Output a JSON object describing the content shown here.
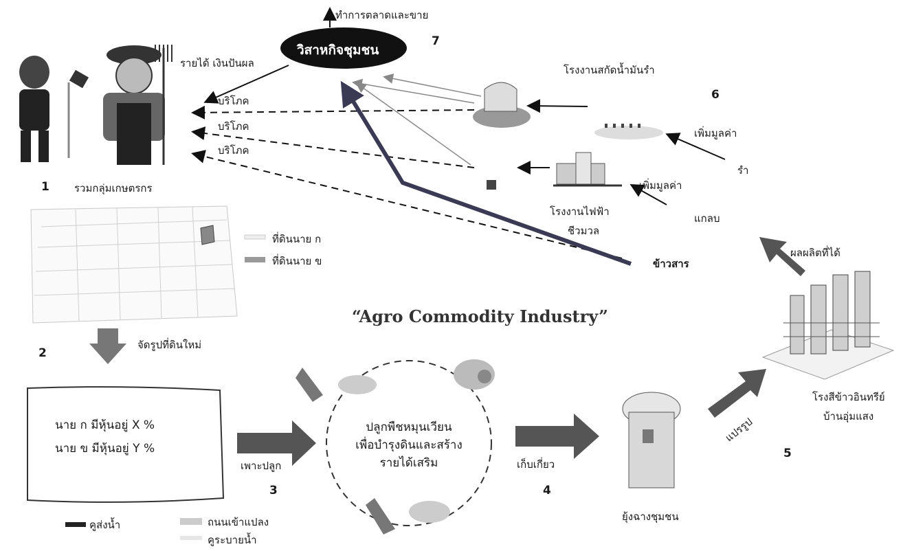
{
  "cooperative": {
    "label": "วิสาหกิจชุมชน",
    "marketing": "ทำการตลาดและขาย",
    "income": "รายได้ เงินปันผล"
  },
  "numbers": {
    "n1": "1",
    "n2": "2",
    "n3": "3",
    "n4": "4",
    "n5": "5",
    "n6": "6",
    "n7": "7"
  },
  "farmers": {
    "label": "รวมกลุ่มเกษตรกร"
  },
  "consume": {
    "c1": "บริโภค",
    "c2": "บริโภค",
    "c3": "บริโภค"
  },
  "oil_plant": {
    "label": "โรงงานสกัดน้ำมันรำ"
  },
  "value_add": {
    "v1": "เพิ่มมูลค่า",
    "v2": "เพิ่มมูลค่า"
  },
  "bran": {
    "label": "รำ"
  },
  "husk": {
    "label": "แกลบ"
  },
  "power_plant": {
    "line1": "โรงงานไฟฟ้า",
    "line2": "ชีวมวล"
  },
  "milled_rice": {
    "label": "ข้าวสาร"
  },
  "products": {
    "label": "ผลผลิตที่ได้"
  },
  "land_legend": {
    "owner_a": "ที่ดินนาย ก",
    "owner_b": "ที่ดินนาย ข"
  },
  "reshape": {
    "label": "จัดรูปที่ดินใหม่"
  },
  "title": "“Agro Commodity Industry”",
  "shares": {
    "line1": "นาย ก มีหุ้นอยู่ X %",
    "line2": "นาย ข มีหุ้นอยู่ Y %"
  },
  "plant": {
    "label": "เพาะปลูก"
  },
  "rotation": {
    "line1": "ปลูกพืชหมุนเวียน",
    "line2": "เพื่อบำรุงดินและสร้าง",
    "line3": "รายได้เสริม"
  },
  "harvest": {
    "label": "เก็บเกี่ยว"
  },
  "granary": {
    "label": "ยุ้งฉางชุมชน"
  },
  "process": {
    "label": "แปรรูป"
  },
  "mill": {
    "line1": "โรงสีข้าวอินทรีย์",
    "line2": "บ้านอุ่มแสง"
  },
  "legend": {
    "canal": "คูส่งน้ำ",
    "road": "ถนนเข้าแปลง",
    "drain": "คูระบายน้ำ"
  }
}
